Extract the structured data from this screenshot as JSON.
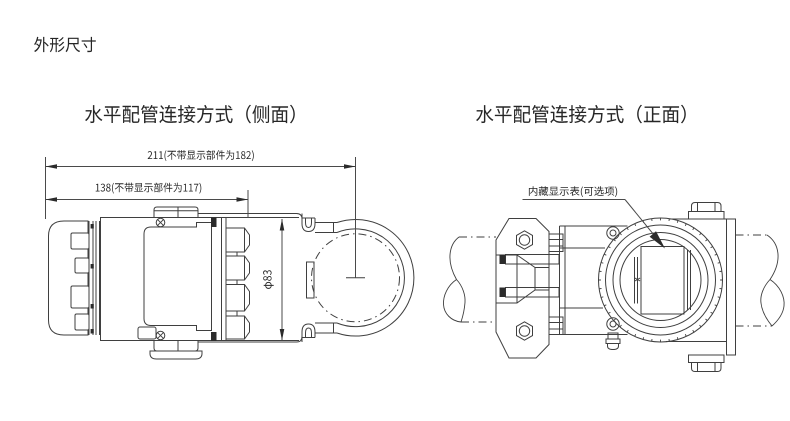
{
  "page": {
    "background": "#ffffff",
    "heading": "外形尺寸"
  },
  "side_view": {
    "title": "水平配管连接方式（侧面）",
    "dimensions": {
      "overall_length": {
        "label": "211(不带显示部件为182)",
        "value_mm": "211",
        "without_display_mm": "182"
      },
      "body_length": {
        "label": "138(不带显示部件为117)",
        "value_mm": "138",
        "without_display_mm": "117"
      },
      "housing_diameter": {
        "label": "φ83",
        "value_mm": "83"
      }
    }
  },
  "front_view": {
    "title": "水平配管连接方式（正面）",
    "callout": {
      "label": "内藏显示表(可选项)"
    }
  },
  "colors": {
    "line": "#3f3f3f",
    "text": "#262626",
    "background": "#ffffff"
  }
}
